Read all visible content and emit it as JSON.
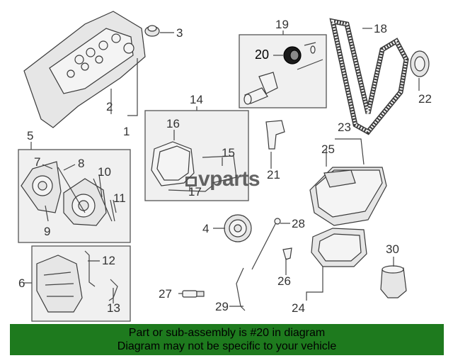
{
  "callouts": {
    "c1": "1",
    "c2": "2",
    "c3": "3",
    "c4": "4",
    "c5": "5",
    "c6": "6",
    "c7": "7",
    "c8": "8",
    "c9": "9",
    "c10": "10",
    "c11": "11",
    "c12": "12",
    "c13": "13",
    "c14": "14",
    "c15": "15",
    "c16": "16",
    "c17": "17",
    "c18": "18",
    "c19": "19",
    "c20": "20",
    "c21": "21",
    "c22": "22",
    "c23": "23",
    "c24": "24",
    "c25": "25",
    "c26": "26",
    "c27": "27",
    "c28": "28",
    "c29": "29",
    "c30": "30"
  },
  "highlight_part": "20",
  "watermark": {
    "text": "vparts"
  },
  "banner": {
    "line1": "Part or sub-assembly is #20 in diagram",
    "line2": "Diagram may not be specific to your vehicle",
    "color": "#1e7a1e"
  }
}
